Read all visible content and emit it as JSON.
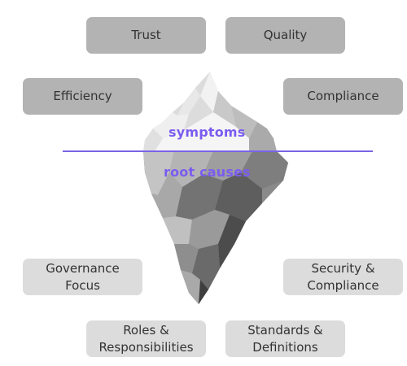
{
  "above_water": [
    {
      "key": "trust",
      "label": "Trust"
    },
    {
      "key": "quality",
      "label": "Quality"
    },
    {
      "key": "efficiency",
      "label": "Efficiency"
    },
    {
      "key": "compliance",
      "label": "Compliance"
    }
  ],
  "below_water": [
    {
      "key": "governance-focus",
      "label": "Governance\nFocus"
    },
    {
      "key": "security-compliance",
      "label": "Security &\nCompliance"
    },
    {
      "key": "roles-responsibilities",
      "label": "Roles &\nResponsibilities"
    },
    {
      "key": "standards-definitions",
      "label": "Standards &\nDefinitions"
    }
  ],
  "iceberg": {
    "symptoms_label": "symptoms",
    "root_causes_label": "root causes"
  },
  "colors": {
    "accent": "#7b5cf0",
    "waterline": "#7b63e8",
    "top_box": "#b3b3b3",
    "bottom_box": "#dcdcdc",
    "text": "#333333"
  }
}
